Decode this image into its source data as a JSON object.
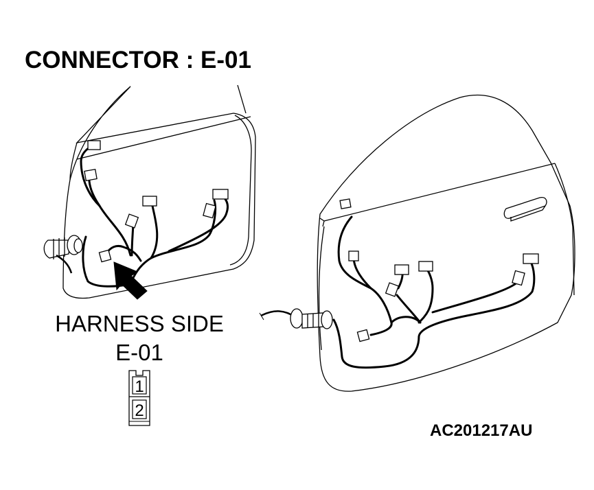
{
  "diagram": {
    "title": "CONNECTOR : E-01",
    "harness_label": "HARNESS SIDE",
    "connector_label": "E-01",
    "pins": [
      "1",
      "2"
    ],
    "figure_code": "AC201217AU"
  },
  "colors": {
    "line": "#000000",
    "background": "#ffffff"
  }
}
